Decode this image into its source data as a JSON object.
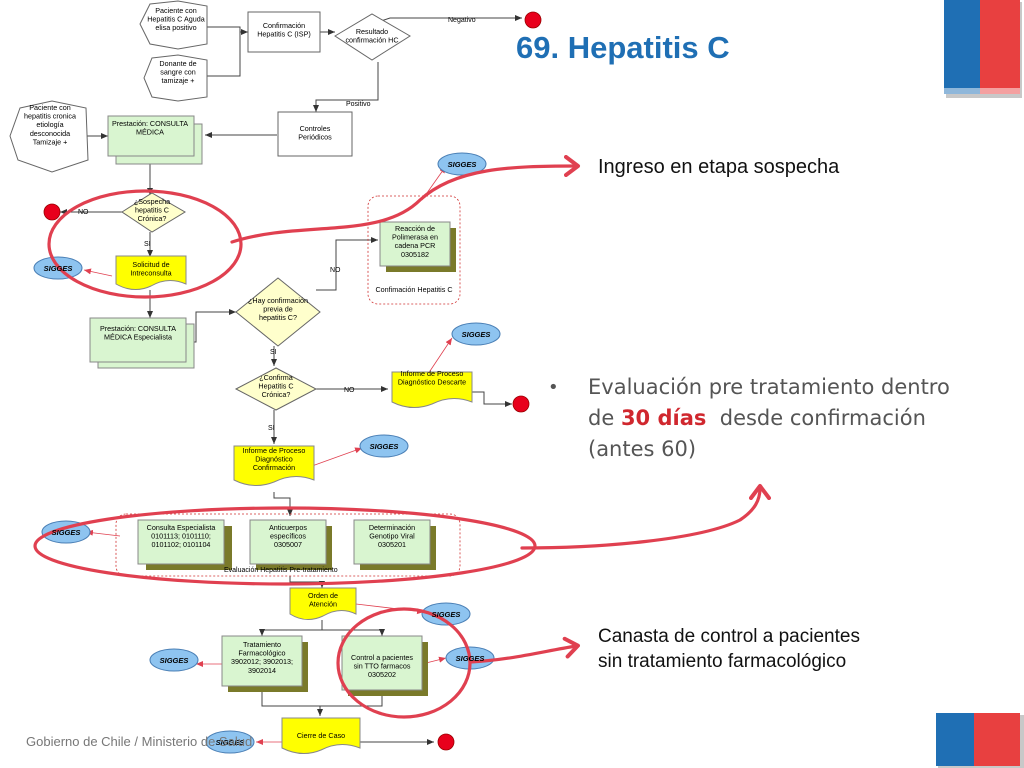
{
  "title": "69. Hepatitis C",
  "footer": "Gobierno de Chile / Ministerio de Salud",
  "callouts": {
    "ingreso": "Ingreso en etapa sospecha",
    "evaluacion_pre": "Evaluación pre tratamiento dentro de",
    "evaluacion_days": "30 días",
    "evaluacion_post": "desde confirmación (antes 60)",
    "canasta_line1": "Canasta de control a pacientes",
    "canasta_line2": "sin tratamiento farmacológico"
  },
  "colors": {
    "title": "#1f6fb4",
    "highlight_red": "#d0272e",
    "callout_ring": "#e04050",
    "box_green": "#d9f5d0",
    "box_yellow": "#ffff00",
    "shadow_olive": "#7a7a2a",
    "sigges_blue": "#8ec4f0",
    "end_red": "#e8001c",
    "logo_blue": "#1f6fb4",
    "logo_red": "#e84040"
  },
  "flow": {
    "start_positive": "Paciente con Hepatitis C Aguda elisa positivo",
    "start_donor": "Donante de sangre con tamizaje +",
    "start_chronic": "Paciente con hepatitis cronica etiología desconocida Tamizaje +",
    "confirm_isp": "Confirmación Hepatitis C (ISP)",
    "result_hc": "Resultado confirmación HC",
    "negativo": "Negativo",
    "positivo": "Positivo",
    "controles": "Controles Periódicos",
    "consulta_medica": "Prestación: CONSULTA MÉDICA",
    "sospecha": "¿Sospecha hepatitis C Crónica?",
    "no": "NO",
    "si": "SI",
    "solicitud": "Solicitud de Intreconsulta",
    "pcr": "Reacción de Polimerasa en cadena PCR 0305182",
    "pcr_group": "Confimación Hepatitis C",
    "consulta_especialista": "Prestación: CONSULTA MÉDICA Especialista",
    "hay_confirmacion": "¿Hay confirmación previa de hepatitis C?",
    "confirma_cronica": "¿Confirma Hepatitis C Crónica?",
    "informe_descarte": "Informe de Proceso Diagnóstico Descarte",
    "informe_confirmacion": "Informe de Proceso Diagnóstico Confirmación",
    "consulta_esp_codes": "Consulta Especialista 0101113; 0101110; 0101102; 0101104",
    "anticuerpos": "Anticuerpos específicos 0305007",
    "genotipo": "Determinación Genotipo Viral 0305201",
    "eval_group": "Evaluación Hepatitis Pre-tratamiento",
    "orden": "Orden de Atención",
    "tratamiento": "Tratamiento Farmacológico 3902012; 3902013; 3902014",
    "control_sin_tto": "Control a pacientes sin TTO farmacos 0305202",
    "cierre": "Cierre de Caso",
    "sigges": "SIGGES"
  }
}
